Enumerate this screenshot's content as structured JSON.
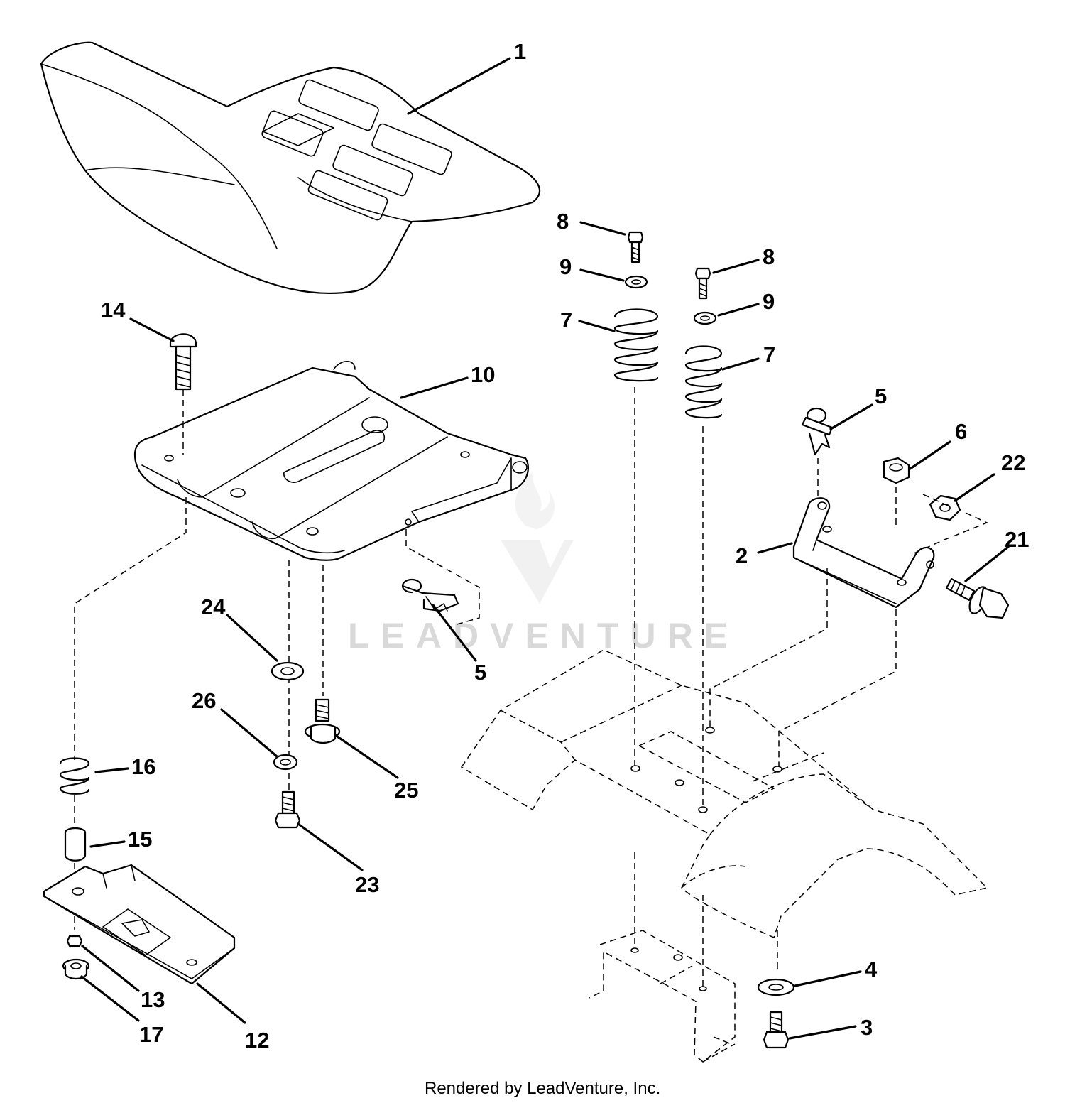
{
  "watermark": {
    "text": "LEADVENTURE"
  },
  "footer": {
    "text": "Rendered by LeadVenture, Inc."
  },
  "callouts": {
    "c1": "1",
    "c2": "2",
    "c3": "3",
    "c4": "4",
    "c5a": "5",
    "c5b": "5",
    "c6": "6",
    "c7a": "7",
    "c7b": "7",
    "c8a": "8",
    "c8b": "8",
    "c9a": "9",
    "c9b": "9",
    "c10": "10",
    "c12": "12",
    "c13": "13",
    "c14": "14",
    "c15": "15",
    "c16": "16",
    "c17": "17",
    "c21": "21",
    "c22": "22",
    "c23": "23",
    "c24": "24",
    "c25": "25",
    "c26": "26"
  }
}
